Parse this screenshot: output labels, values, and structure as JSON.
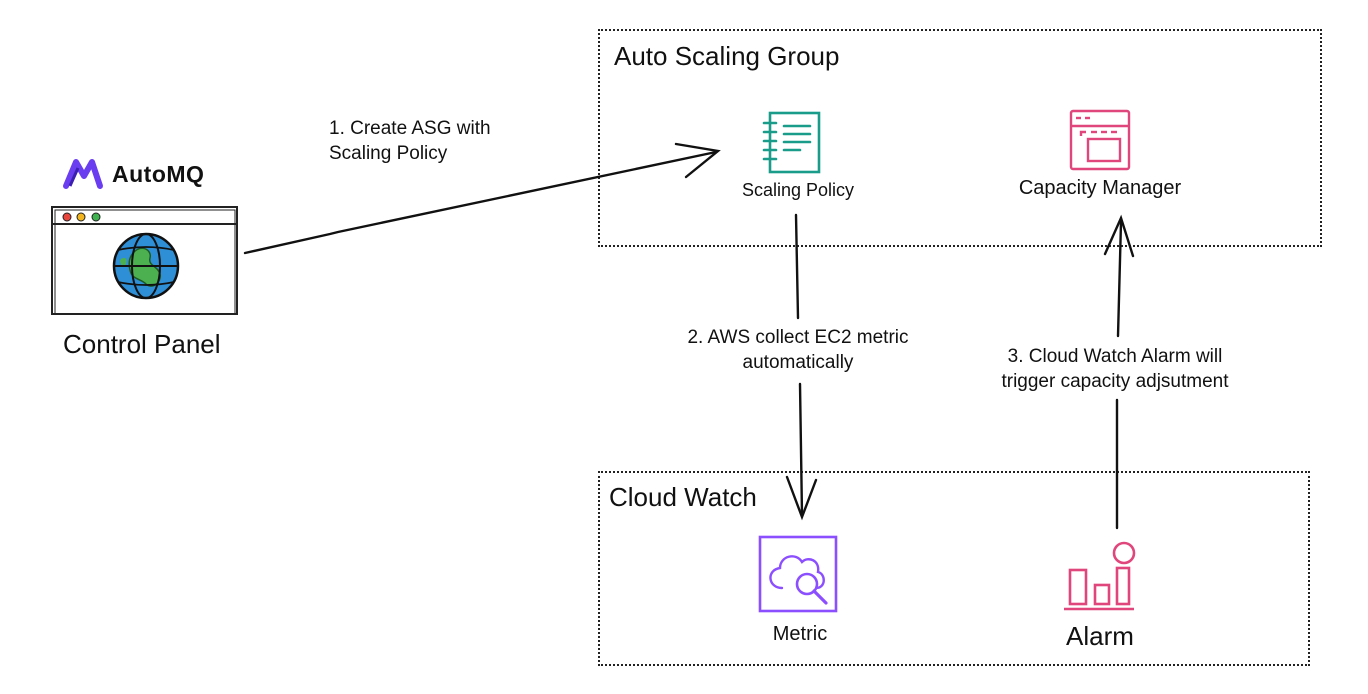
{
  "brand": {
    "name": "AutoMQ",
    "logo_icon": "automq-logo-icon",
    "logo_color": "#6a3df0"
  },
  "control_panel": {
    "label": "Control Panel",
    "icon": "browser-globe-icon"
  },
  "auto_scaling_group": {
    "title": "Auto Scaling Group",
    "scaling_policy": {
      "label": "Scaling Policy",
      "icon": "scaling-policy-document-icon",
      "color": "#1a9c8a"
    },
    "capacity_manager": {
      "label": "Capacity Manager",
      "icon": "capacity-manager-window-icon",
      "color": "#e0457b"
    }
  },
  "cloud_watch": {
    "title": "Cloud Watch",
    "metric": {
      "label": "Metric",
      "icon": "cloudwatch-metric-icon",
      "color": "#8c4fff"
    },
    "alarm": {
      "label": "Alarm",
      "icon": "cloudwatch-alarm-icon",
      "color": "#e0457b"
    }
  },
  "steps": {
    "step1": [
      "1. Create ASG with",
      "Scaling Policy"
    ],
    "step2": [
      "2. AWS collect EC2 metric",
      "automatically"
    ],
    "step3": [
      "3. Cloud Watch Alarm will",
      "trigger capacity adjsutment"
    ]
  }
}
